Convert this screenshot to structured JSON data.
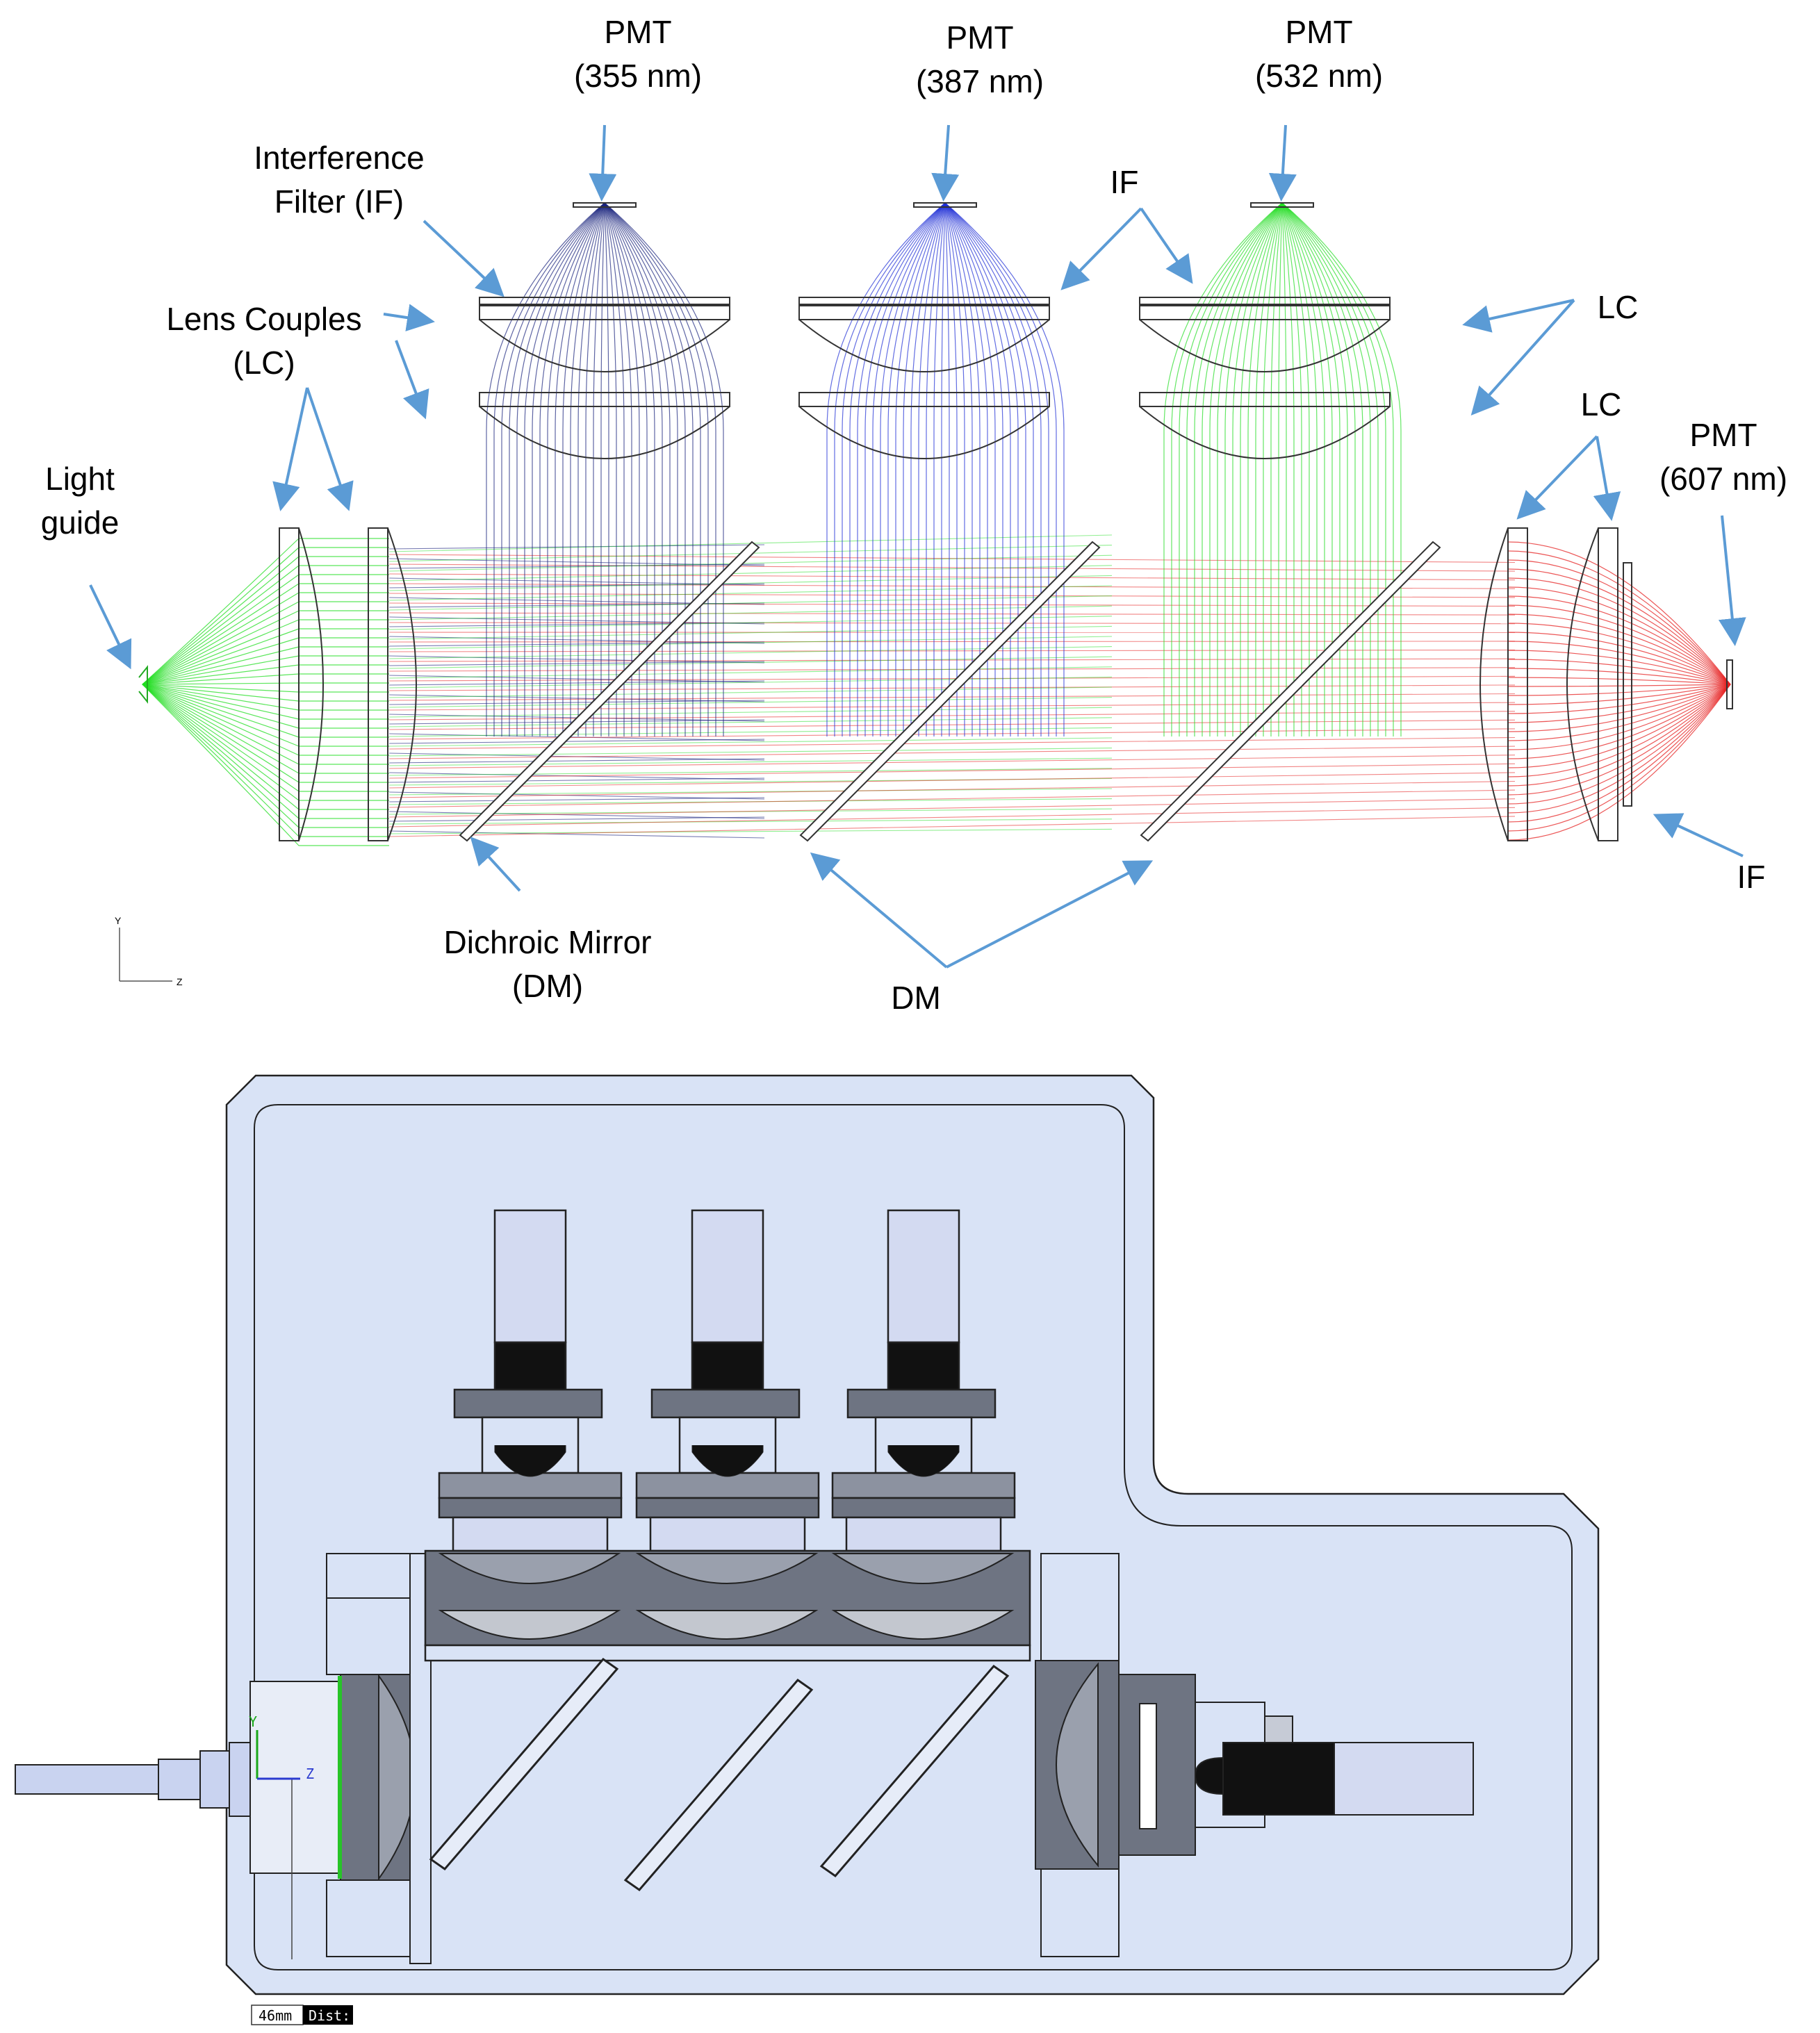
{
  "labels": {
    "pmt355": [
      "PMT",
      "(355 nm)"
    ],
    "pmt387": [
      "PMT",
      "(387 nm)"
    ],
    "pmt532": [
      "PMT",
      "(532 nm)"
    ],
    "pmt607": [
      "PMT",
      "(607 nm)"
    ],
    "interference_filter": [
      "Interference",
      "Filter (IF)"
    ],
    "lens_couples": [
      "Lens Couples",
      "(LC)"
    ],
    "light_guide": [
      "Light",
      "guide"
    ],
    "if_short": "IF",
    "lc_short": "LC",
    "dichroic_mirror": [
      "Dichroic Mirror",
      "(DM)"
    ],
    "dm_short": "DM",
    "axis_y": "Y",
    "axis_z": "Z"
  },
  "cad": {
    "dist_label": "Dist:",
    "dist_value": "46mm",
    "triad_y": "Y",
    "triad_z": "Z"
  },
  "colors": {
    "arrow": "#5b9bd5",
    "ray_355": "#1a237e",
    "ray_387": "#1f2fd6",
    "ray_532": "#22dd22",
    "ray_607": "#e62020",
    "housing": "#d9e3f6"
  }
}
